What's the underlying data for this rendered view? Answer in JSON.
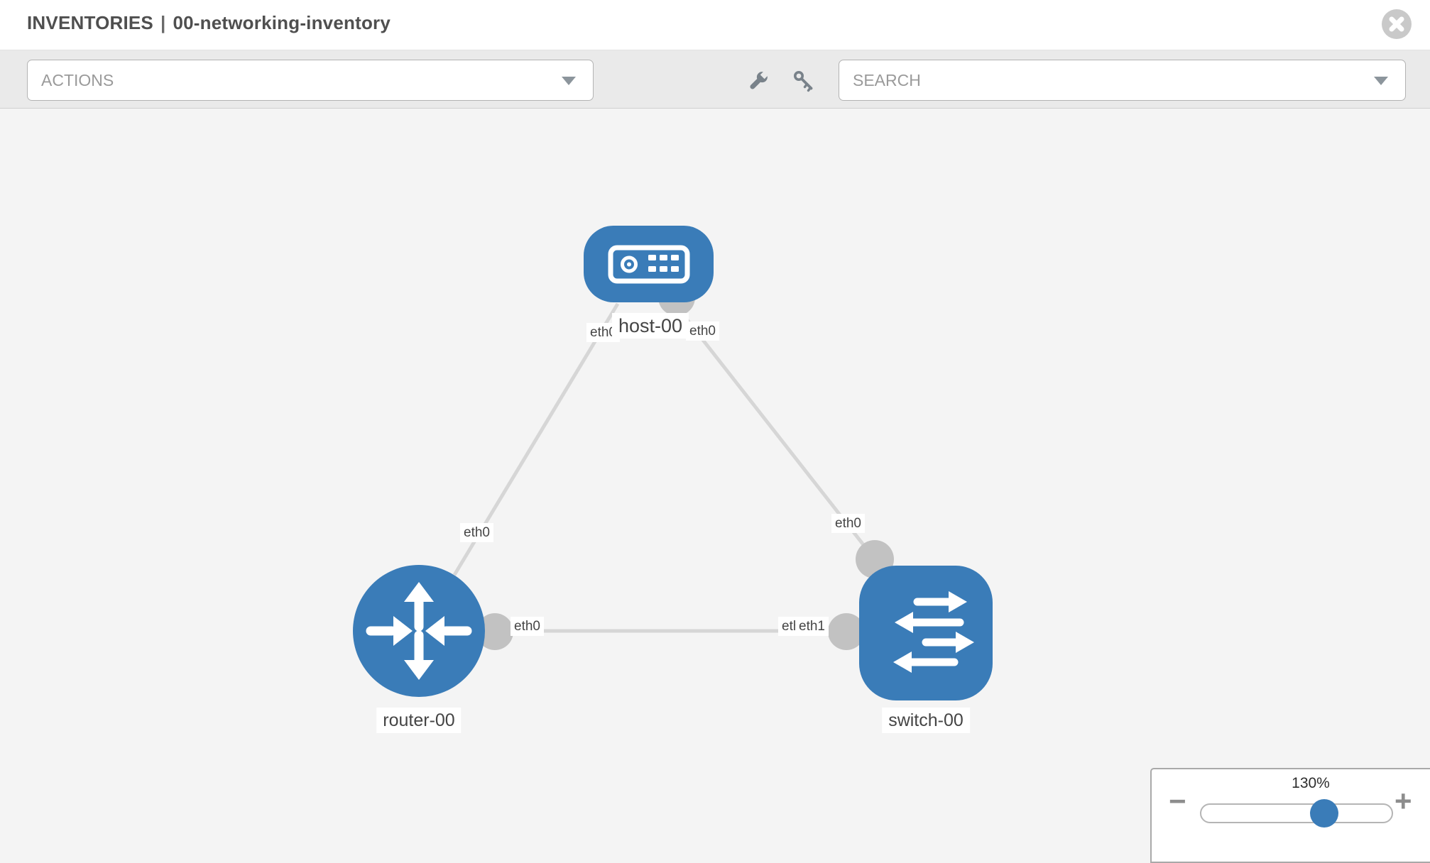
{
  "header": {
    "section": "INVENTORIES",
    "divider": "|",
    "item": "00-networking-inventory"
  },
  "toolbar": {
    "actions_label": "ACTIONS",
    "search_label": "SEARCH"
  },
  "icons": {
    "close": "close-icon",
    "wrench": "wrench-icon",
    "key": "key-icon",
    "caret": "chevron-down-icon"
  },
  "topology": {
    "nodes": [
      {
        "id": "host-00",
        "type": "host",
        "label": "host-00"
      },
      {
        "id": "router-00",
        "type": "router",
        "label": "router-00"
      },
      {
        "id": "switch-00",
        "type": "switch",
        "label": "switch-00"
      }
    ],
    "links": [
      {
        "source": "host-00",
        "target": "router-00",
        "source_iface": "eth0",
        "target_iface": "eth0"
      },
      {
        "source": "host-00",
        "target": "switch-00",
        "source_iface": "eth0",
        "target_iface": "eth0"
      },
      {
        "source": "router-00",
        "target": "switch-00",
        "source_iface": "eth0",
        "target_iface": "eth1",
        "occluded_iface": "eth0"
      }
    ]
  },
  "zoom_control": {
    "level": "130%",
    "minus_label": "−",
    "plus_label": "+"
  },
  "colors": {
    "node_blue": "#3a7cb8",
    "link_gray": "#d6d6d6",
    "connector_gray": "#c2c2c2",
    "canvas_bg": "#f4f4f4",
    "toolbar_bg": "#eaeaea"
  }
}
